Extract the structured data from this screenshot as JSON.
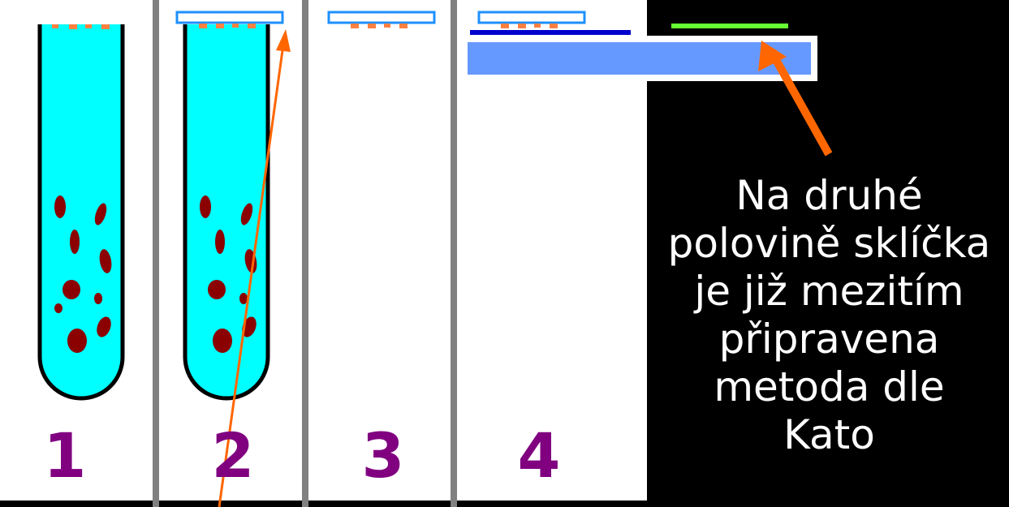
{
  "steps": [
    {
      "label": "1"
    },
    {
      "label": "2"
    },
    {
      "label": "3"
    },
    {
      "label": "4"
    }
  ],
  "caption": "Na druhé\npolovině sklíčka\nje již mezitím\npřipravena\nmetoda dle\nKato",
  "colors": {
    "tube_liquid": "#00ffff",
    "sediment": "#8b0000",
    "sample_drops": "#ff8040",
    "coverslip_outline": "#1e90ff",
    "slide_line": "#0000cd",
    "slide_block": "#6699ff",
    "kato_line": "#66ff33",
    "arrow": "#ff6600",
    "number_text": "#800080"
  }
}
